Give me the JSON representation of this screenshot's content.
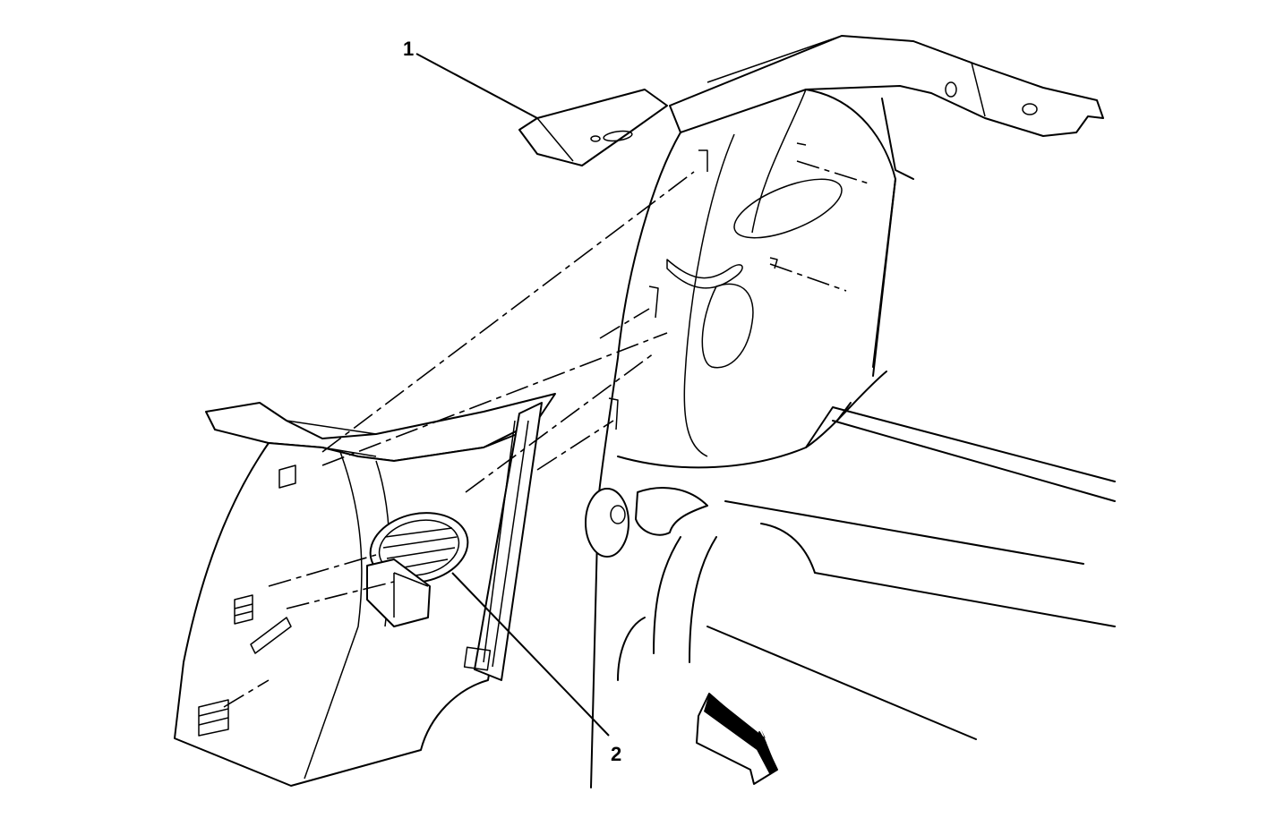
{
  "callouts": [
    {
      "id": "1",
      "label": "1"
    },
    {
      "id": "2",
      "label": "2"
    }
  ],
  "icons": [
    "direction-arrow-icon"
  ],
  "colors": {
    "line": "#000000",
    "background": "#ffffff"
  }
}
